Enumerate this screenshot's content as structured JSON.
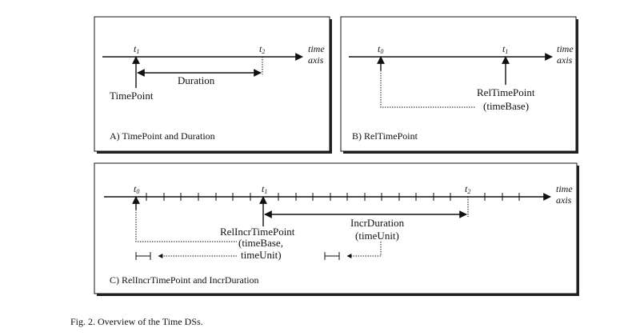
{
  "panel_a": {
    "t1": "t",
    "t1_sub": "1",
    "t2": "t",
    "t2_sub": "2",
    "axis_line1": "time",
    "axis_line2": "axis",
    "timepoint": "TimePoint",
    "duration": "Duration",
    "caption": "A) TimePoint and Duration"
  },
  "panel_b": {
    "t0": "t",
    "t0_sub": "0",
    "t1": "t",
    "t1_sub": "1",
    "axis_line1": "time",
    "axis_line2": "axis",
    "reltimepoint": "RelTimePoint",
    "timebase": "(timeBase)",
    "caption": "B) RelTimePoint"
  },
  "panel_c": {
    "t0": "t",
    "t0_sub": "0",
    "t1": "t",
    "t1_sub": "1",
    "t2": "t",
    "t2_sub": "2",
    "axis_line1": "time",
    "axis_line2": "axis",
    "relincr_line1": "RelIncrTimePoint",
    "relincr_line2": "(timeBase,",
    "relincr_line3": "timeUnit)",
    "incr_line1": "IncrDuration",
    "incr_line2": "(timeUnit)",
    "caption": "C) RelIncrTimePoint and IncrDuration"
  },
  "figure_caption": "Fig. 2.   Overview of the Time DSs."
}
